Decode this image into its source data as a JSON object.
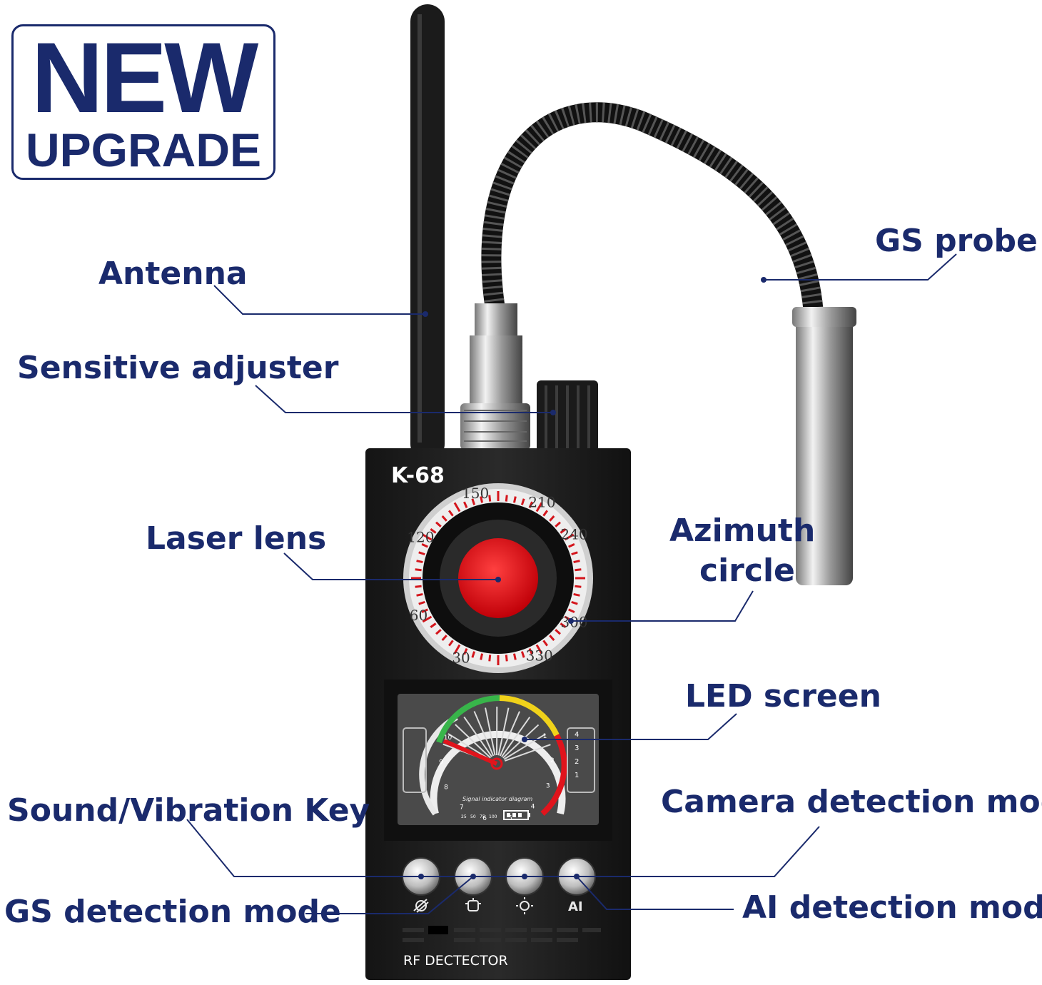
{
  "badge": {
    "line1": "NEW",
    "line2": "UPGRADE"
  },
  "device": {
    "model": "K-68",
    "footer": "RF DECTECTOR",
    "azimuth_marks": [
      "150",
      "210",
      "240",
      "120",
      "300",
      "60",
      "330",
      "30"
    ],
    "screen": {
      "caption": "Signal indicator diagram",
      "dial_numbers": [
        "1",
        "2",
        "3",
        "4",
        "5",
        "6",
        "7",
        "8",
        "9",
        "10"
      ],
      "side_numbers": [
        "4",
        "3",
        "2",
        "1"
      ],
      "bottom_numbers": [
        "25",
        "50",
        "75",
        "100"
      ]
    },
    "buttons": [
      {
        "icon": "gs-probe-icon"
      },
      {
        "icon": "camera-bug-icon"
      },
      {
        "icon": "sun-icon"
      },
      {
        "icon": "ai-icon",
        "text": "AI"
      }
    ]
  },
  "callouts": {
    "antenna": "Antenna",
    "sensitive_adjuster": "Sensitive adjuster",
    "laser_lens": "Laser lens",
    "sound_vibration_key": "Sound/Vibration Key",
    "gs_detection_mode": "GS detection mode",
    "gs_probe": "GS probe",
    "azimuth_circle_line1": "Azimuth",
    "azimuth_circle_line2": "circle",
    "led_screen": "LED screen",
    "camera_detection_mode": "Camera detection mode",
    "ai_detection_mode": "AI detection mode"
  },
  "colors": {
    "label": "#1a2a6c",
    "device_body": "#1e1e1e",
    "lens_red": "#e8141c",
    "tick_red": "#d4151c"
  }
}
